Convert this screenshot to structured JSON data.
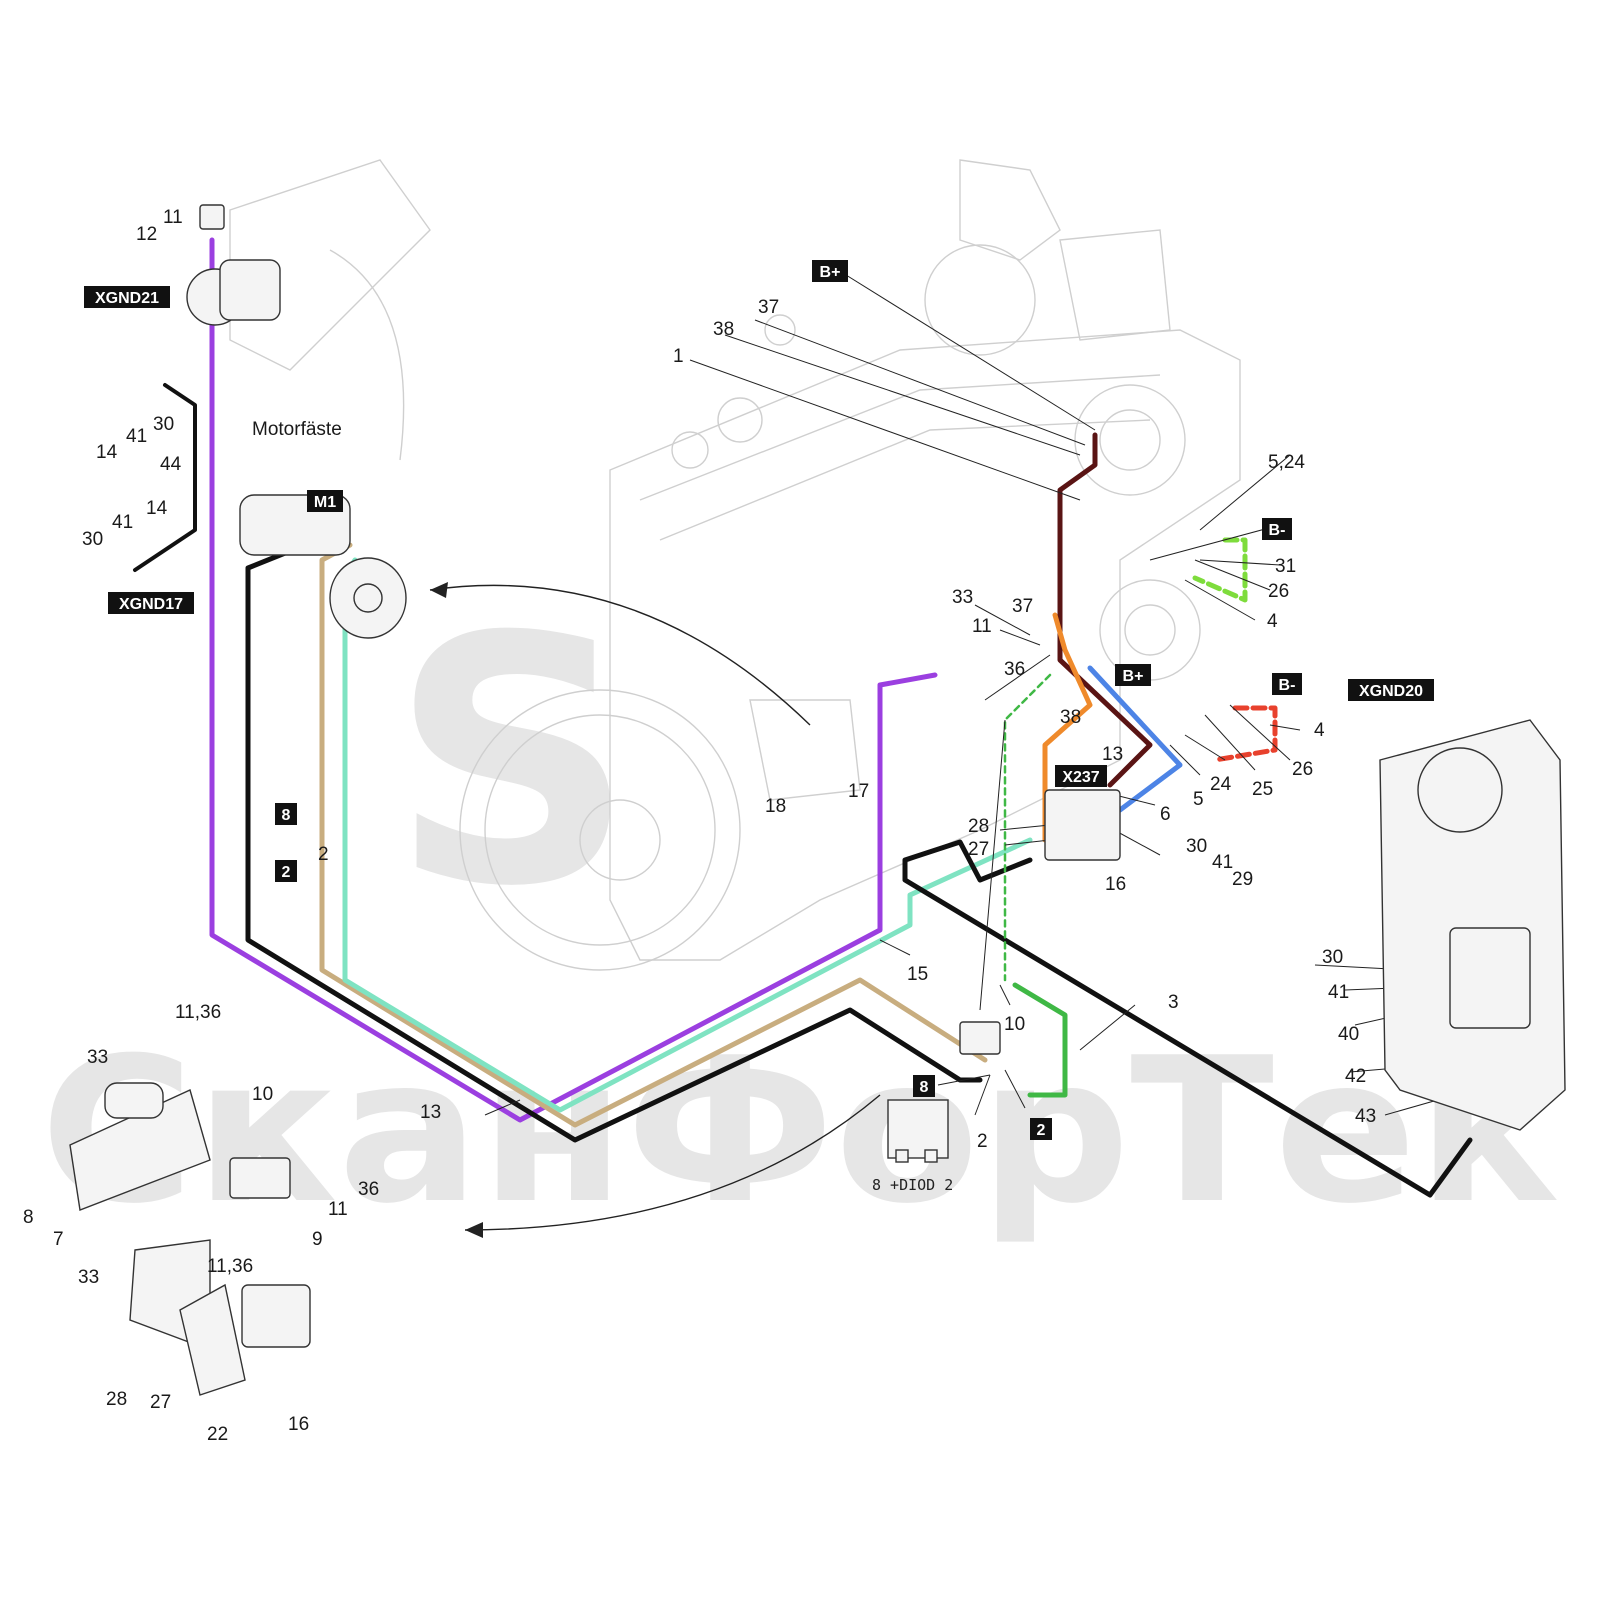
{
  "watermark": "СканФорТек",
  "labels": {
    "motorfaste": "Motorfäste",
    "n1": "1",
    "n2a": "2",
    "n2b": "2",
    "n3": "3",
    "n4a": "4",
    "n4b": "4",
    "n5_24": "5,24",
    "n5": "5",
    "n6": "6",
    "n7": "7",
    "n8": "8",
    "n9": "9",
    "n10a": "10",
    "n10b": "10",
    "n11a": "11",
    "n11b": "11",
    "n11c": "11",
    "n11_36a": "11,36",
    "n11_36b": "11,36",
    "n12": "12",
    "n13a": "13",
    "n13b": "13",
    "n14a": "14",
    "n14b": "14",
    "n15": "15",
    "n16a": "16",
    "n16b": "16",
    "n17": "17",
    "n18": "18",
    "n22": "22",
    "n24": "24",
    "n25": "25",
    "n26a": "26",
    "n26b": "26",
    "n27a": "27",
    "n27b": "27",
    "n28a": "28",
    "n28b": "28",
    "n29": "29",
    "n30a": "30",
    "n30b": "30",
    "n30c": "30",
    "n30d": "30",
    "n31": "31",
    "n33a": "33",
    "n33b": "33",
    "n33c": "33",
    "n36a": "36",
    "n36b": "36",
    "n37a": "37",
    "n37b": "37",
    "n38a": "38",
    "n38b": "38",
    "n40": "40",
    "n41a": "41",
    "n41b": "41",
    "n41c": "41",
    "n41d": "41",
    "n42": "42",
    "n43": "43",
    "n44": "44",
    "diod": "8 +DIOD 2"
  },
  "tags": {
    "xgnd21": "XGND21",
    "xgnd17": "XGND17",
    "xgnd20": "XGND20",
    "m1": "M1",
    "bplus_top": "B+",
    "bplus_mid": "B+",
    "bminus_top": "B-",
    "bminus_mid": "B-",
    "x237": "X237",
    "w8_left": "8",
    "w2_left": "2",
    "w8_bottom": "8",
    "w2_bottom": "2"
  },
  "wire_colors": {
    "purple": "#9b3fe0",
    "black": "#111111",
    "tan": "#c8ad7f",
    "mint": "#7fe3c2",
    "maroon": "#5a1414",
    "orange": "#ef8a2b",
    "blue": "#4d84e6",
    "lime": "#7edc3c",
    "red": "#e8412d",
    "green": "#3fb845"
  },
  "icons": {
    "starter-motor": "starter-motor-icon",
    "alternator": "alternator-icon",
    "relay": "relay-icon",
    "connector": "connector-block-icon",
    "battery-switch": "battery-switch-icon"
  }
}
